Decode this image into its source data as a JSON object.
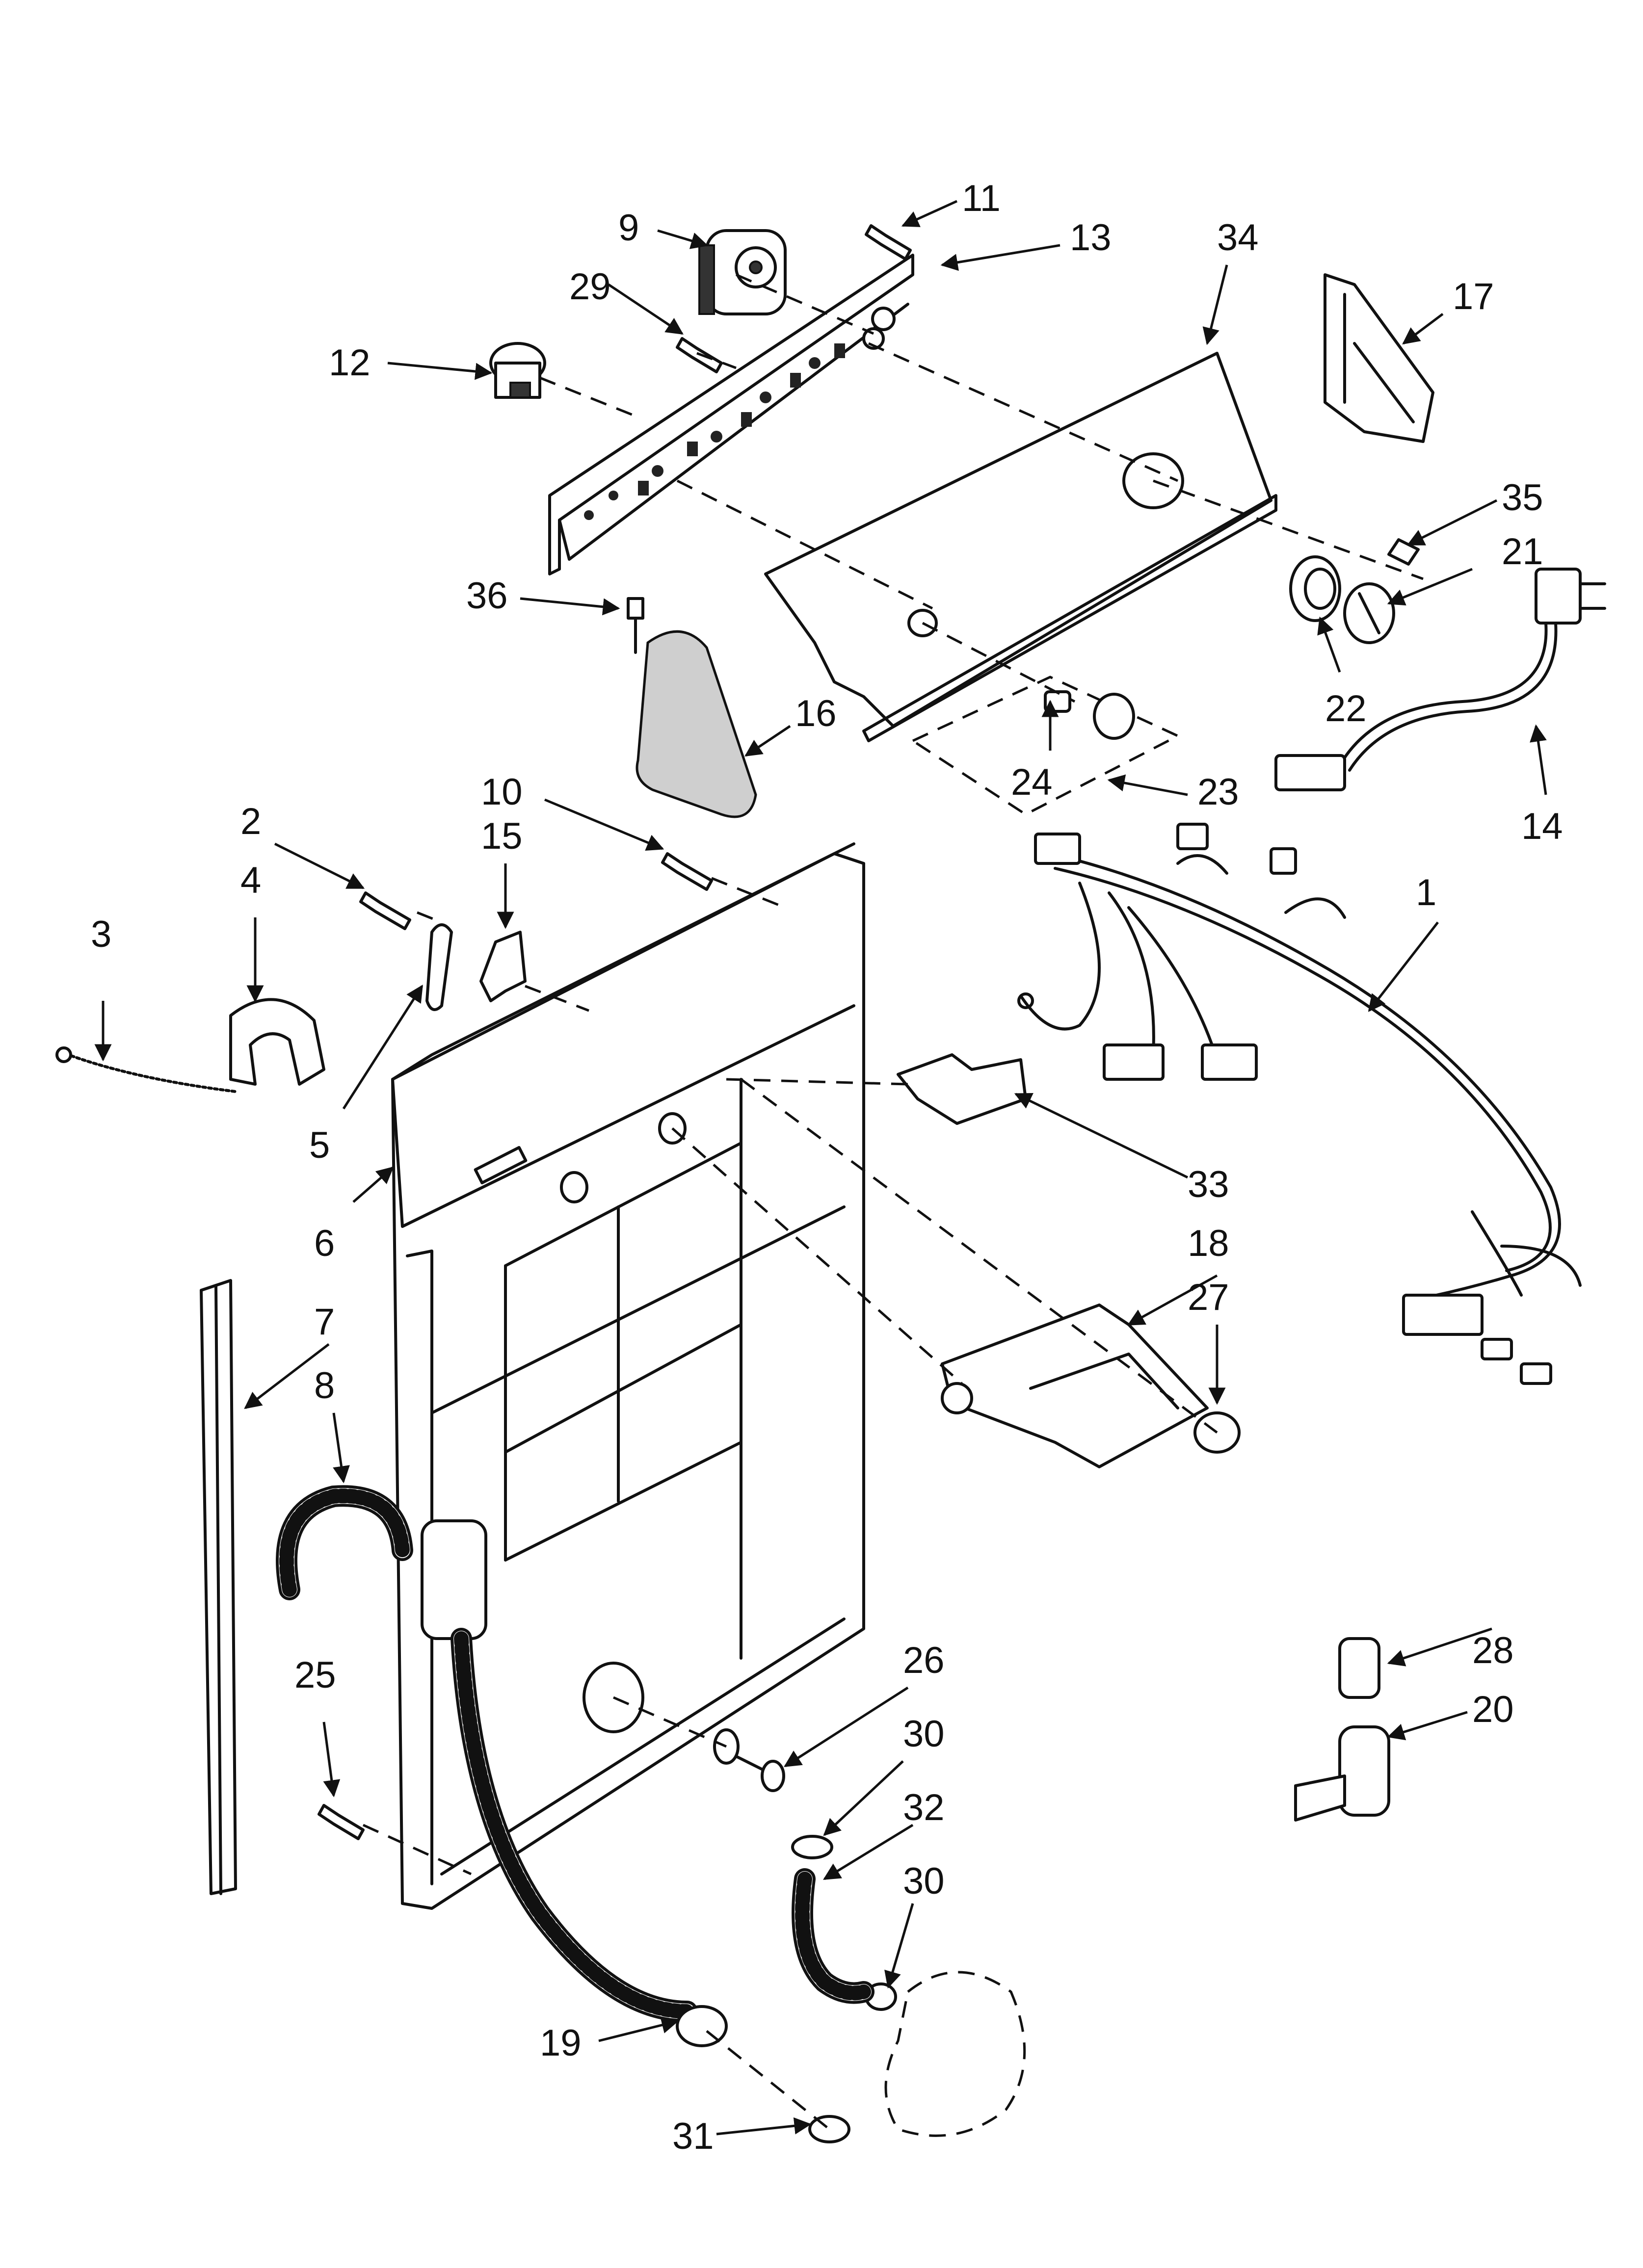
{
  "callouts": [
    {
      "id": "1",
      "text": "1"
    },
    {
      "id": "2",
      "text": "2"
    },
    {
      "id": "3",
      "text": "3"
    },
    {
      "id": "4",
      "text": "4"
    },
    {
      "id": "5",
      "text": "5"
    },
    {
      "id": "6",
      "text": "6"
    },
    {
      "id": "7",
      "text": "7"
    },
    {
      "id": "8",
      "text": "8"
    },
    {
      "id": "9",
      "text": "9"
    },
    {
      "id": "10",
      "text": "10"
    },
    {
      "id": "11",
      "text": "11"
    },
    {
      "id": "12",
      "text": "12"
    },
    {
      "id": "13",
      "text": "13"
    },
    {
      "id": "14",
      "text": "14"
    },
    {
      "id": "15",
      "text": "15"
    },
    {
      "id": "16",
      "text": "16"
    },
    {
      "id": "17",
      "text": "17"
    },
    {
      "id": "18",
      "text": "18"
    },
    {
      "id": "19",
      "text": "19"
    },
    {
      "id": "20",
      "text": "20"
    },
    {
      "id": "21",
      "text": "21"
    },
    {
      "id": "22",
      "text": "22"
    },
    {
      "id": "23",
      "text": "23"
    },
    {
      "id": "24",
      "text": "24"
    },
    {
      "id": "25",
      "text": "25"
    },
    {
      "id": "26",
      "text": "26"
    },
    {
      "id": "27",
      "text": "27"
    },
    {
      "id": "28",
      "text": "28"
    },
    {
      "id": "29",
      "text": "29"
    },
    {
      "id": "30a",
      "text": "30"
    },
    {
      "id": "30b",
      "text": "30"
    },
    {
      "id": "31",
      "text": "31"
    },
    {
      "id": "32",
      "text": "32"
    },
    {
      "id": "33",
      "text": "33"
    },
    {
      "id": "34",
      "text": "34"
    },
    {
      "id": "35",
      "text": "35"
    },
    {
      "id": "36",
      "text": "36"
    }
  ]
}
